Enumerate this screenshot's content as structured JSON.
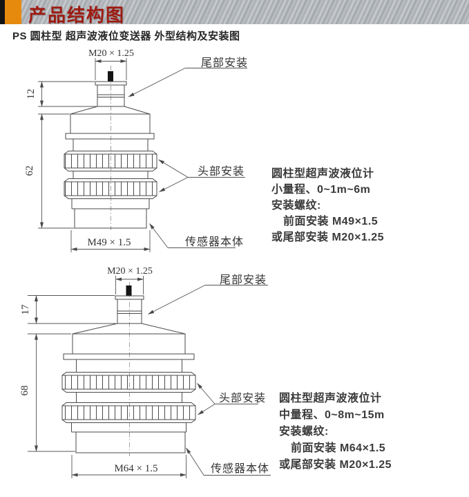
{
  "banner": {
    "title": "产品结构图",
    "accent_color": "#e68a0e",
    "title_color": "#9e1b12"
  },
  "subtitle": "PS 圆柱型 超声波液位变送器 外型结构及安装图",
  "labels": {
    "tail_mount": "尾部安装",
    "head_mount": "头部安装",
    "sensor_body": "传感器本体"
  },
  "drawing1": {
    "dim_top_thread": "M20 × 1.25",
    "dim_neck_height": "12",
    "dim_body_height": "62",
    "dim_front_thread": "M49 × 1.5",
    "spec": [
      "圆柱型超声波液位计",
      "小量程、0~1m~6m",
      "安装螺纹:",
      "前面安装 M49×1.5",
      "或尾部安装 M20×1.25"
    ]
  },
  "drawing2": {
    "dim_top_thread": "M20 × 1.25",
    "dim_neck_height": "17",
    "dim_body_height": "68",
    "dim_front_thread": "M64 × 1.5",
    "spec": [
      "圆柱型超声波液位计",
      "中量程、0~8m~15m",
      "安装螺纹:",
      "前面安装 M64×1.5",
      "或尾部安装 M20×1.25"
    ]
  }
}
